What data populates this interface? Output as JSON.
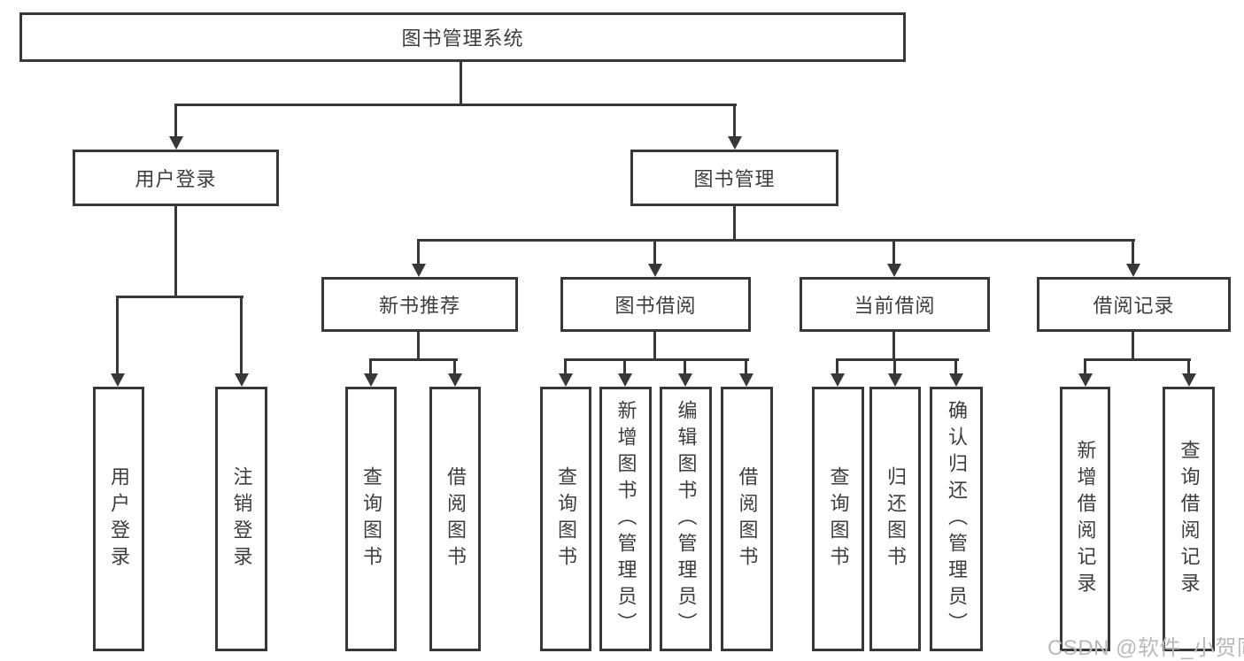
{
  "colors": {
    "stroke": "#383838",
    "text": "#3d3d3d",
    "watermark": "#b9b9b9",
    "background": "#ffffff"
  },
  "watermark": {
    "text": "CSDN @软件_小贺同学"
  },
  "tree": {
    "root": {
      "label": "图书管理系统"
    },
    "branches": [
      {
        "label": "用户登录",
        "children": [
          {
            "label": "用户登录"
          },
          {
            "label": "注销登录"
          }
        ]
      },
      {
        "label": "图书管理",
        "children": [
          {
            "label": "新书推荐",
            "children": [
              {
                "label": "查询图书"
              },
              {
                "label": "借阅图书"
              }
            ]
          },
          {
            "label": "图书借阅",
            "children": [
              {
                "label": "查询图书"
              },
              {
                "label": "新增图书（管理员）"
              },
              {
                "label": "编辑图书（管理员）"
              },
              {
                "label": "借阅图书"
              }
            ]
          },
          {
            "label": "当前借阅",
            "children": [
              {
                "label": "查询图书"
              },
              {
                "label": "归还图书"
              },
              {
                "label": "确认归还（管理员）"
              }
            ]
          },
          {
            "label": "借阅记录",
            "children": [
              {
                "label": "新增借阅记录"
              },
              {
                "label": "查询借阅记录"
              }
            ]
          }
        ]
      }
    ]
  }
}
